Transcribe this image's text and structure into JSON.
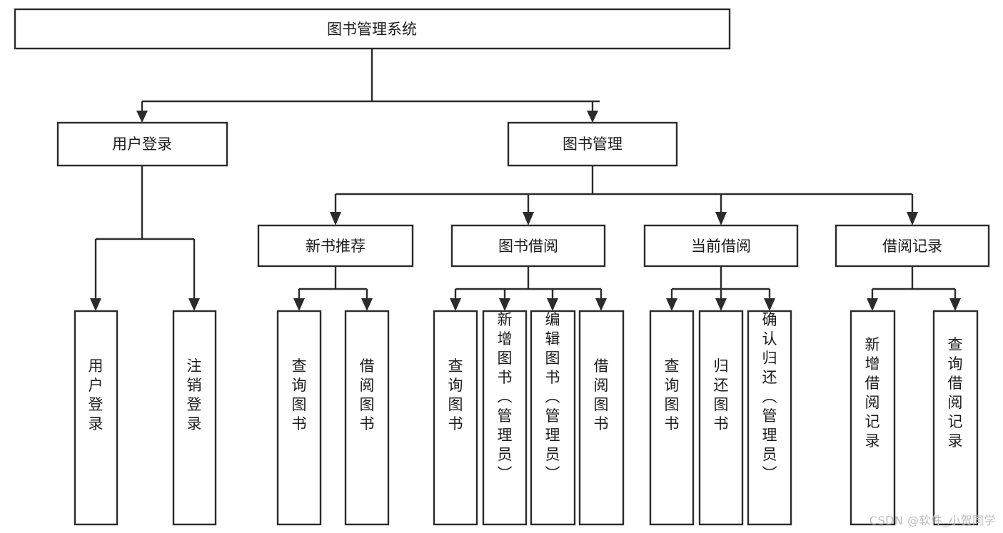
{
  "diagram": {
    "type": "tree-hierarchy",
    "title": "图书管理系统",
    "colors": {
      "background": "#ffffff",
      "box_stroke": "#2b2b2b",
      "box_fill": "#ffffff",
      "text": "#1c1c1c",
      "watermark": "#bdbdbd"
    },
    "root": {
      "label": "图书管理系统",
      "orientation": "horizontal"
    },
    "level2": [
      {
        "label": "用户登录",
        "orientation": "horizontal"
      },
      {
        "label": "图书管理",
        "orientation": "horizontal"
      }
    ],
    "level3": [
      {
        "label": "新书推荐",
        "orientation": "horizontal"
      },
      {
        "label": "图书借阅",
        "orientation": "horizontal"
      },
      {
        "label": "当前借阅",
        "orientation": "horizontal"
      },
      {
        "label": "借阅记录",
        "orientation": "horizontal"
      }
    ],
    "leaves": {
      "user_login": [
        {
          "label": "用户登录",
          "orientation": "vertical"
        },
        {
          "label": "注销登录",
          "orientation": "vertical"
        }
      ],
      "new_book_recommend": [
        {
          "label": "查询图书",
          "orientation": "vertical"
        },
        {
          "label": "借阅图书",
          "orientation": "vertical"
        }
      ],
      "book_borrow": [
        {
          "label": "查询图书",
          "orientation": "vertical"
        },
        {
          "label": "新增图书（管理员）",
          "orientation": "vertical"
        },
        {
          "label": "编辑图书（管理员）",
          "orientation": "vertical"
        },
        {
          "label": "借阅图书",
          "orientation": "vertical"
        }
      ],
      "current_borrow": [
        {
          "label": "查询图书",
          "orientation": "vertical"
        },
        {
          "label": "归还图书",
          "orientation": "vertical"
        },
        {
          "label": "确认归还（管理员）",
          "orientation": "vertical"
        }
      ],
      "borrow_record": [
        {
          "label": "新增借阅记录",
          "orientation": "vertical"
        },
        {
          "label": "查询借阅记录",
          "orientation": "vertical"
        }
      ]
    }
  },
  "watermark": {
    "text": "CSDN @软件_小贺同学"
  }
}
